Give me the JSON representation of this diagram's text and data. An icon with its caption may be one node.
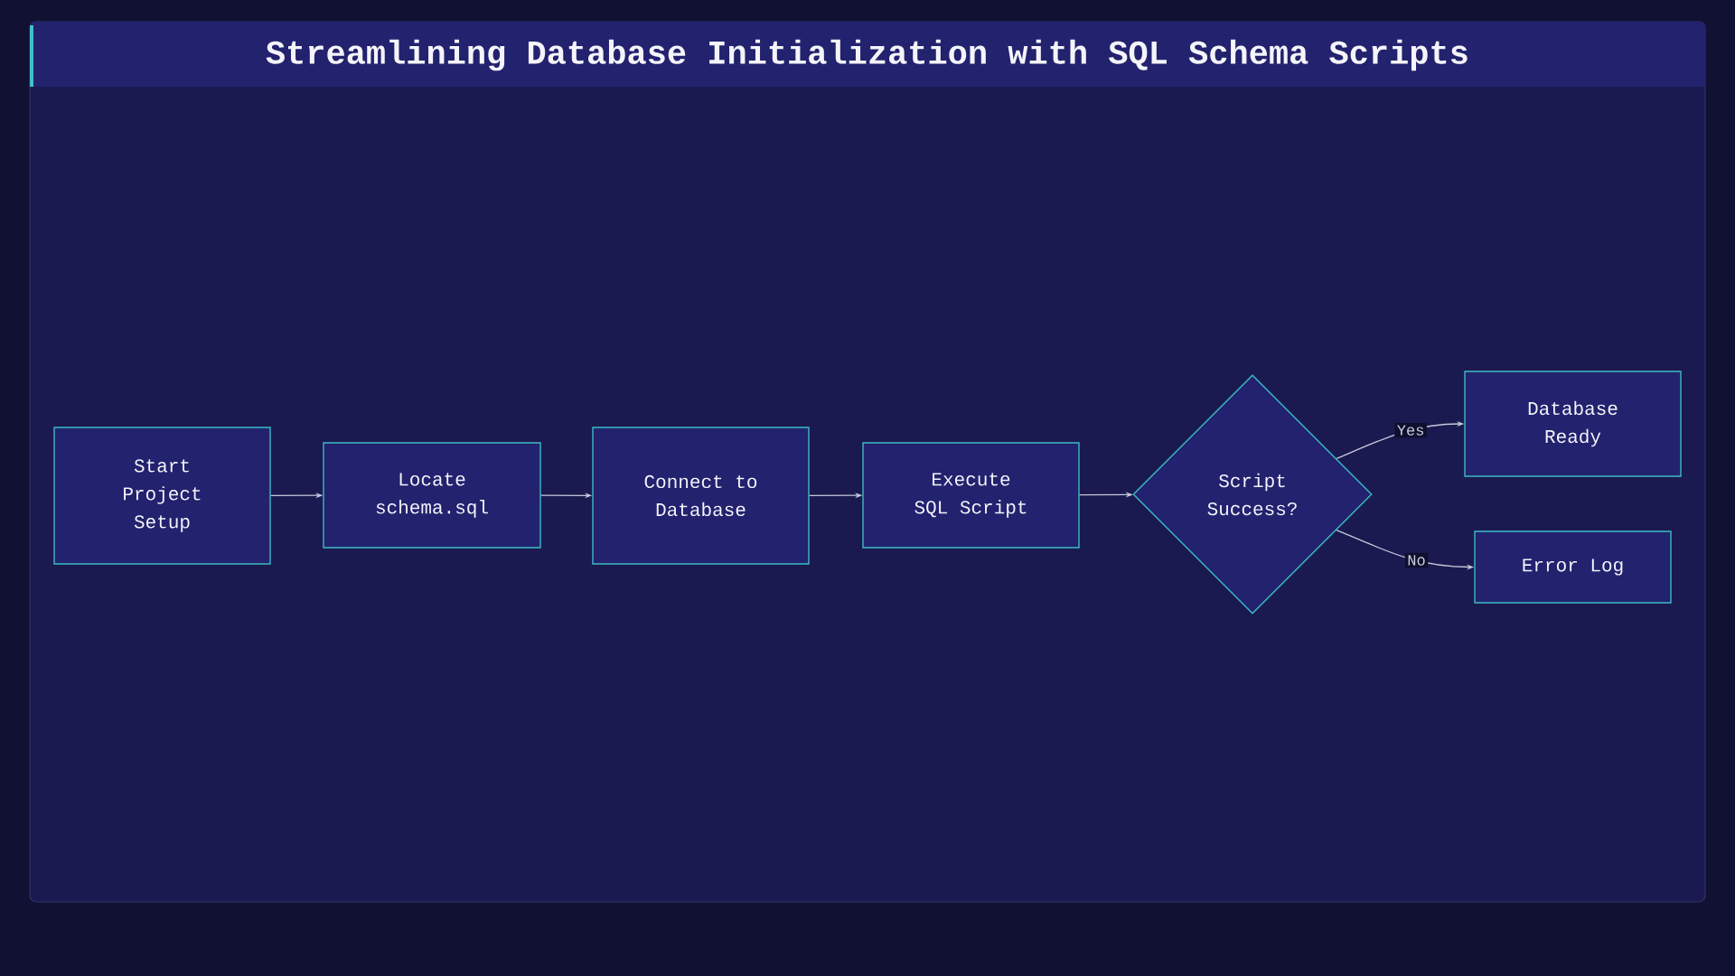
{
  "diagram": {
    "title": "Streamlining Database Initialization with SQL Schema Scripts",
    "nodes": [
      {
        "text": [
          "Start Project Setup"
        ]
      },
      {
        "text": [
          "Locate schema.sql"
        ]
      },
      {
        "text": [
          "Connect to Database"
        ]
      },
      {
        "text": [
          "Execute SQL Script"
        ]
      },
      {
        "text": [
          "Script Success?"
        ]
      },
      {
        "text": [
          "Database Ready"
        ]
      },
      {
        "text": [
          "Error Log"
        ]
      }
    ],
    "edges": [
      {
        "from": 0,
        "to": 1,
        "arrow": "to"
      },
      {
        "from": 1,
        "to": 2,
        "arrow": "to"
      },
      {
        "from": 2,
        "to": 3,
        "arrow": "to"
      },
      {
        "from": 3,
        "to": 4,
        "arrow": "to"
      },
      {
        "from": 4,
        "to": 5,
        "arrow": "to",
        "label": "Yes"
      },
      {
        "from": 4,
        "to": 6,
        "arrow": "to",
        "label": "No"
      }
    ]
  }
}
